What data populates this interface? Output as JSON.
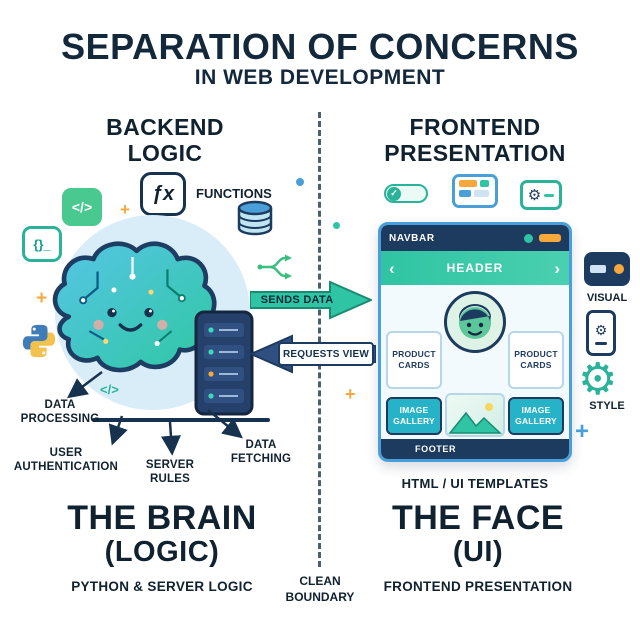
{
  "title": {
    "line1": "SEPARATION OF CONCERNS",
    "line2": "IN WEB DEVELOPMENT"
  },
  "backend": {
    "heading": [
      "BACKEND",
      "LOGIC"
    ],
    "functions_label": "FUNCTIONS",
    "annotations": {
      "data_processing": [
        "DATA",
        "PROCESSING"
      ],
      "user_authentication": [
        "USER",
        "AUTHENTICATION"
      ],
      "server_rules": [
        "SERVER",
        "RULES"
      ],
      "data_fetching": [
        "DATA",
        "FETCHING"
      ]
    },
    "footer": {
      "title": "THE BRAIN",
      "subtitle": "(LOGIC)",
      "caption": "PYTHON & SERVER LOGIC"
    }
  },
  "frontend": {
    "heading": [
      "FRONTEND",
      "PRESENTATION"
    ],
    "browser": {
      "navbar": "NAVBAR",
      "header": "HEADER",
      "product_cards": [
        "PRODUCT",
        "CARDS"
      ],
      "image_gallery": [
        "IMAGE",
        "GALLERY"
      ],
      "footer": "FOOTER"
    },
    "visual_label": "VISUAL",
    "style_label": "STYLE",
    "templates_caption": "HTML / UI TEMPLATES",
    "footer": {
      "title": "THE FACE",
      "subtitle": "(UI)",
      "caption": "FRONTEND PRESENTATION"
    }
  },
  "flow": {
    "sends_data": "SENDS DATA",
    "requests_view": "REQUESTS VIEW",
    "clean_boundary": [
      "CLEAN",
      "BOUNDARY"
    ]
  },
  "icons": {
    "code_glyph": "</>",
    "functions_glyph": "ƒx",
    "terminal_glyph": "{}_",
    "code_small_glyph": "</>",
    "chevron_left": "‹",
    "chevron_right": "›",
    "gear_glyph": "⚙",
    "check_glyph": "✓",
    "plus_glyph": "+"
  },
  "colors": {
    "teal": "#2fc4a3",
    "navy": "#1d3a5f",
    "blue": "#4a9fd8",
    "orange": "#f6a83c",
    "ink": "#0e2433"
  }
}
